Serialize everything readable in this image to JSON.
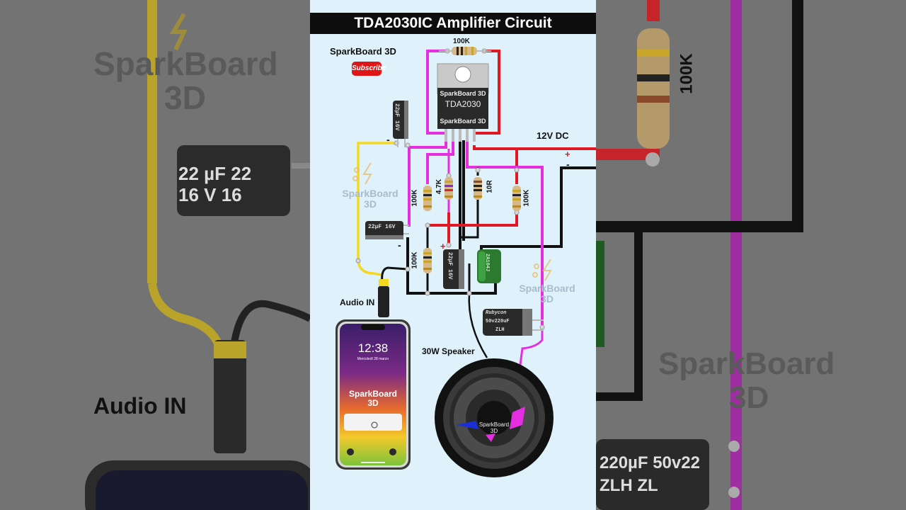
{
  "title": "TDA2030IC Amplifier Circuit",
  "channel": "SparkBoard 3D",
  "subscribe": "Subscribe",
  "chip": {
    "brand_top": "SparkBoard 3D",
    "model": "TDA2030",
    "brand_bottom": "SparkBoard 3D"
  },
  "labels": {
    "r_feedback": "100K",
    "power": "12V DC",
    "plus": "+",
    "minus": "-",
    "audio_in": "Audio IN",
    "speaker": "30W Speaker",
    "r1": "100K",
    "r2": "4.7K",
    "r3": "10R",
    "r4": "100K",
    "r5": "100K",
    "cap_minus_1": "-",
    "cap_minus_2": "-",
    "cap_plus_3": "+",
    "cap_film": "2A104J",
    "cap_big_brand": "Rubycon",
    "cap_big_value": "50v220uF",
    "cap_big_series": "ZLH"
  },
  "caps": {
    "c1": [
      "22",
      "µF",
      "16",
      "V"
    ],
    "c2": [
      "22",
      "µF",
      "16",
      "V"
    ],
    "c3": [
      "22",
      "µF",
      "16",
      "V"
    ]
  },
  "watermark": {
    "line1": "SparkBoard",
    "line2": "3D"
  },
  "phone": {
    "time": "12:38",
    "date": "Mercoledì 28 marzo",
    "brand1": "SparkBoard",
    "brand2": "3D"
  },
  "speaker_brand": {
    "line1": "SparkBoard",
    "line2": "3D"
  },
  "side_left": {
    "brand1": "SparkBoard",
    "brand2": "3D",
    "cap_text": "22 µF 22",
    "cap_text2": "16 V 16",
    "audio_in": "Audio IN"
  },
  "side_right": {
    "res": "100K",
    "brand1": "SparkBoard",
    "brand2": "3D",
    "cap1": "220µF 50v22",
    "cap2": "ZLH ZL"
  },
  "colors": {
    "red_wire": "#e01823",
    "black_wire": "#111111",
    "magenta_wire": "#e52ee0",
    "yellow_wire": "#f5d820",
    "background": "#dff1fb"
  }
}
